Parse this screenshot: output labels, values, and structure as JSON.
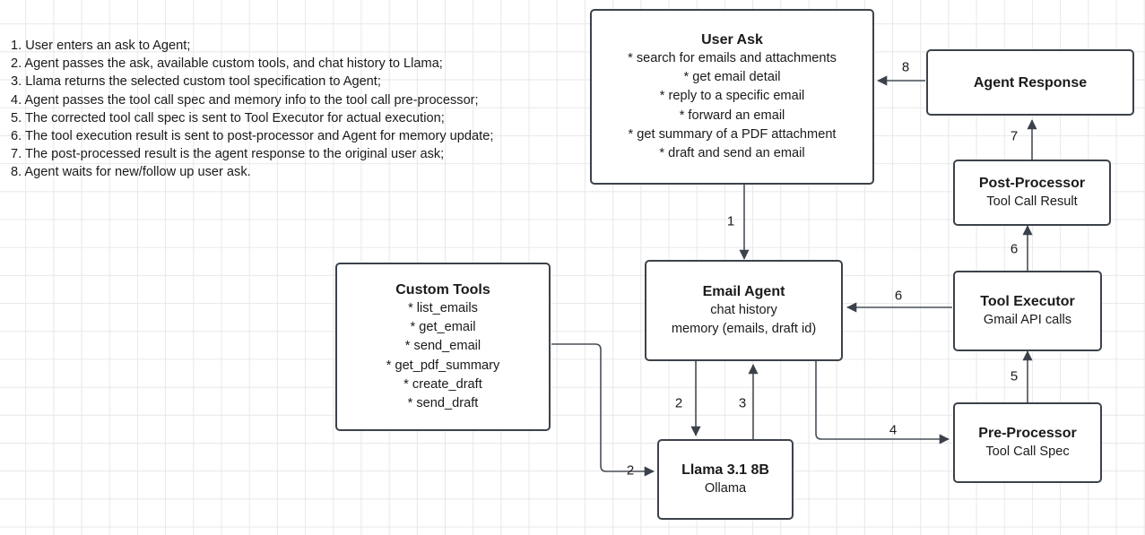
{
  "legend": {
    "lines": [
      "1. User enters an ask to Agent;",
      "2. Agent passes the ask, available custom tools, and chat history to Llama;",
      "3. Llama returns the selected custom tool specification to Agent;",
      "4. Agent passes the tool call spec and memory info to the tool call pre-processor;",
      "5. The corrected tool call spec is sent to Tool Executor for actual execution;",
      "6. The tool execution result is sent to post-processor and Agent for memory update;",
      "7. The post-processed result is the agent response to the original user ask;",
      "8. Agent waits for new/follow up user ask."
    ]
  },
  "nodes": {
    "user_ask": {
      "title": "User Ask",
      "items": [
        "* search for emails and attachments",
        "* get email detail",
        "* reply to a specific email",
        "* forward an email",
        "* get summary of a PDF attachment",
        "* draft and send an email"
      ]
    },
    "agent_response": {
      "title": "Agent Response"
    },
    "post_processor": {
      "title": "Post-Processor",
      "subtitle": "Tool Call Result"
    },
    "tool_executor": {
      "title": "Tool Executor",
      "subtitle": "Gmail API calls"
    },
    "pre_processor": {
      "title": "Pre-Processor",
      "subtitle": "Tool Call Spec"
    },
    "custom_tools": {
      "title": "Custom Tools",
      "items": [
        "* list_emails",
        "* get_email",
        "* send_email",
        "* get_pdf_summary",
        "* create_draft",
        "* send_draft"
      ]
    },
    "email_agent": {
      "title": "Email Agent",
      "subtitle_1": "chat history",
      "subtitle_2": "memory (emails, draft id)"
    },
    "llama": {
      "title": "Llama 3.1 8B",
      "subtitle": "Ollama"
    }
  },
  "edges": [
    {
      "id": "user-ask-to-email-agent",
      "label": "1"
    },
    {
      "id": "email-agent-to-llama",
      "label": "2"
    },
    {
      "id": "custom-tools-to-llama",
      "label": "2"
    },
    {
      "id": "llama-to-email-agent",
      "label": "3"
    },
    {
      "id": "email-agent-to-pre-processor",
      "label": "4"
    },
    {
      "id": "pre-processor-to-tool-executor",
      "label": "5"
    },
    {
      "id": "tool-executor-to-post-processor",
      "label": "6"
    },
    {
      "id": "tool-executor-to-email-agent",
      "label": "6"
    },
    {
      "id": "post-processor-to-agent-response",
      "label": "7"
    },
    {
      "id": "agent-response-to-user-ask",
      "label": "8"
    }
  ],
  "colors": {
    "node_border": "#3c424b",
    "edge_stroke": "#4a5059",
    "grid_line": "#e8e8e8",
    "text": "#1a1a1a",
    "background": "#ffffff"
  }
}
